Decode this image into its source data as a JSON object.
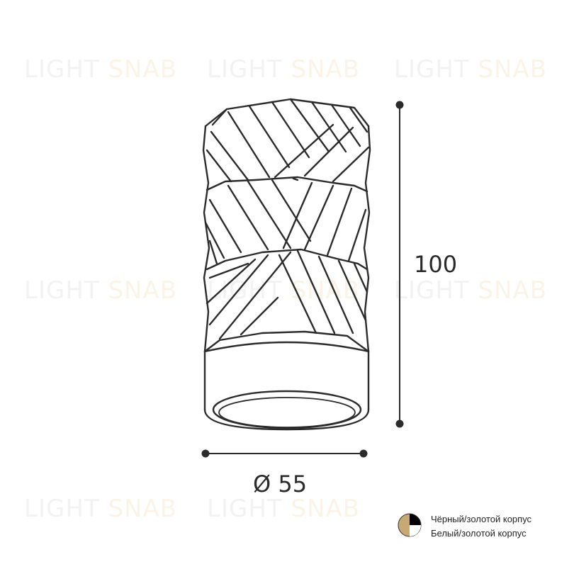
{
  "watermark": {
    "left": "LIGHT ",
    "right": "SNAB"
  },
  "dimensions": {
    "height": "100",
    "diameter": "Ø 55"
  },
  "legend": [
    {
      "label": "Чёрный/золотой корпус",
      "colors": [
        "#000000",
        "#c8a874"
      ]
    },
    {
      "label": "Белый/золотой корпус",
      "colors": [
        "#ffffff",
        "#c8a874"
      ]
    }
  ],
  "colors": {
    "line": "#2b2b2b",
    "gold": "#c8a874"
  }
}
